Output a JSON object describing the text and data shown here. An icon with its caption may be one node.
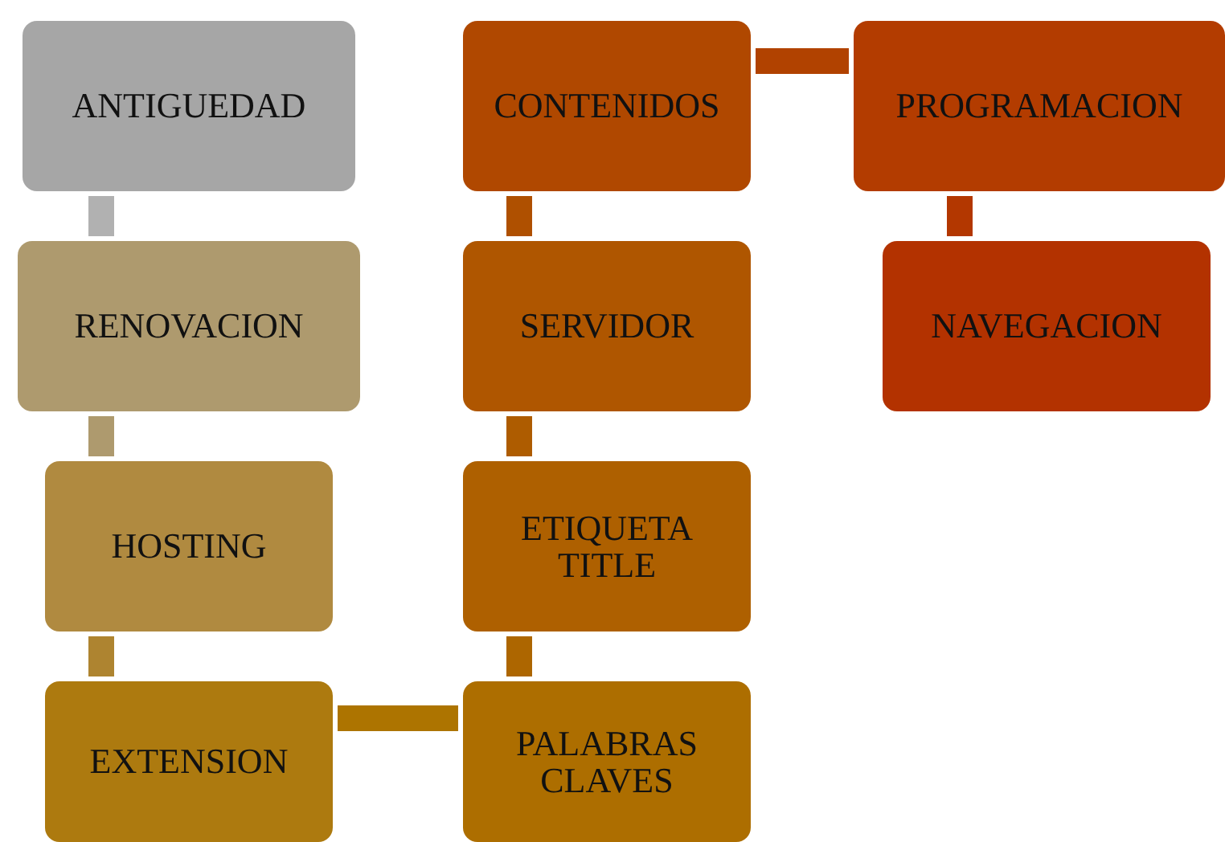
{
  "diagram": {
    "nodes": [
      {
        "text": [
          "ANTIGUEDAD"
        ]
      },
      {
        "text": [
          "RENOVACION"
        ]
      },
      {
        "text": [
          "HOSTING"
        ]
      },
      {
        "text": [
          "EXTENSION"
        ]
      },
      {
        "text": [
          "PALABRAS CLAVES"
        ]
      },
      {
        "text": [
          "ETIQUETA TITLE"
        ]
      },
      {
        "text": [
          "SERVIDOR"
        ]
      },
      {
        "text": [
          "CONTENIDOS"
        ]
      },
      {
        "text": [
          "PROGRAMACION"
        ]
      },
      {
        "text": [
          "NAVEGACION"
        ]
      }
    ],
    "edges": [
      {
        "from": 0,
        "to": 1,
        "arrow": "none",
        "color": "#b1b1b1"
      },
      {
        "from": 1,
        "to": 2,
        "arrow": "none",
        "color": "#ae9a6e"
      },
      {
        "from": 2,
        "to": 3,
        "arrow": "none",
        "color": "#ae8430"
      },
      {
        "from": 3,
        "to": 4,
        "arrow": "none",
        "color": "#ad7400"
      },
      {
        "from": 4,
        "to": 5,
        "arrow": "none",
        "color": "#ad6600"
      },
      {
        "from": 5,
        "to": 6,
        "arrow": "none",
        "color": "#ae5c00"
      },
      {
        "from": 6,
        "to": 7,
        "arrow": "none",
        "color": "#af5000"
      },
      {
        "from": 7,
        "to": 8,
        "arrow": "none",
        "color": "#b14200"
      },
      {
        "from": 8,
        "to": 9,
        "arrow": "none",
        "color": "#b33700"
      }
    ]
  }
}
